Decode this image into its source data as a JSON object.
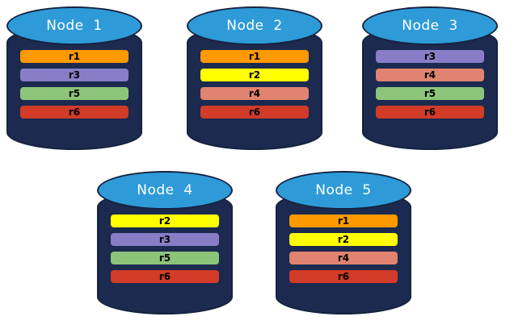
{
  "diagram": {
    "type": "replica-placement",
    "node_count": 5,
    "palette": {
      "cylinder_body": "#1b2a4e",
      "cylinder_top": "#2e9bd8",
      "cylinder_outline": "#16223f",
      "background": "#ffffff",
      "node_label_color": "#ffffff",
      "replica_label_color": "#000000"
    },
    "replica_colors": {
      "r1": "#ff9900",
      "r2": "#ffff00",
      "r3": "#8a7dc8",
      "r4": "#e08370",
      "r5": "#8cc47a",
      "r6": "#d13b28"
    },
    "nodes": [
      {
        "label": "Node  1",
        "replicas": [
          {
            "label": "r1",
            "color": "#ff9900"
          },
          {
            "label": "r3",
            "color": "#8a7dc8"
          },
          {
            "label": "r5",
            "color": "#8cc47a"
          },
          {
            "label": "r6",
            "color": "#d13b28"
          }
        ]
      },
      {
        "label": "Node  2",
        "replicas": [
          {
            "label": "r1",
            "color": "#ff9900"
          },
          {
            "label": "r2",
            "color": "#ffff00"
          },
          {
            "label": "r4",
            "color": "#e08370"
          },
          {
            "label": "r6",
            "color": "#d13b28"
          }
        ]
      },
      {
        "label": "Node  3",
        "replicas": [
          {
            "label": "r3",
            "color": "#8a7dc8"
          },
          {
            "label": "r4",
            "color": "#e08370"
          },
          {
            "label": "r5",
            "color": "#8cc47a"
          },
          {
            "label": "r6",
            "color": "#d13b28"
          }
        ]
      },
      {
        "label": "Node  4",
        "replicas": [
          {
            "label": "r2",
            "color": "#ffff00"
          },
          {
            "label": "r3",
            "color": "#8a7dc8"
          },
          {
            "label": "r5",
            "color": "#8cc47a"
          },
          {
            "label": "r6",
            "color": "#d13b28"
          }
        ]
      },
      {
        "label": "Node  5",
        "replicas": [
          {
            "label": "r1",
            "color": "#ff9900"
          },
          {
            "label": "r2",
            "color": "#ffff00"
          },
          {
            "label": "r4",
            "color": "#e08370"
          },
          {
            "label": "r6",
            "color": "#d13b28"
          }
        ]
      }
    ]
  }
}
